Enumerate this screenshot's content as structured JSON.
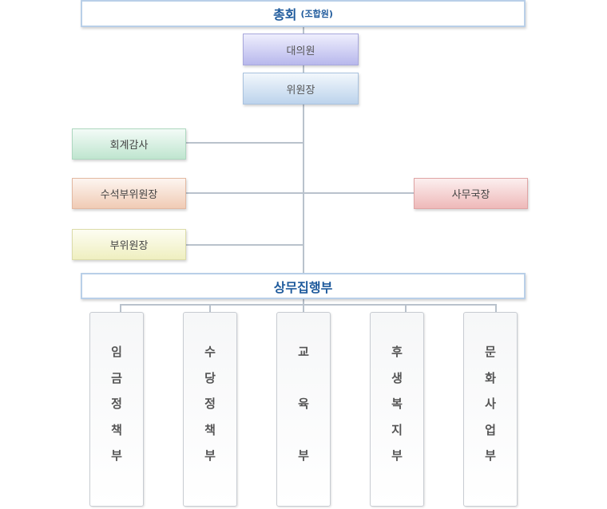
{
  "general_assembly": {
    "label": "총회",
    "sub": "(조합원)"
  },
  "delegates": "대의원",
  "chairman": "위원장",
  "auditor": "회계감사",
  "senior_vice_chairman": "수석부위원장",
  "secretary_general": "사무국장",
  "vice_chairman": "부위원장",
  "executive_board": "상무집행부",
  "departments": [
    {
      "name": "임금정책부",
      "chars": [
        "임",
        "금",
        "정",
        "책",
        "부"
      ]
    },
    {
      "name": "수당정책부",
      "chars": [
        "수",
        "당",
        "정",
        "책",
        "부"
      ]
    },
    {
      "name": "교육부",
      "chars": [
        "교",
        "",
        "육",
        "",
        "부"
      ]
    },
    {
      "name": "후생복지부",
      "chars": [
        "후",
        "생",
        "복",
        "지",
        "부"
      ]
    },
    {
      "name": "문화사업부",
      "chars": [
        "문",
        "화",
        "사",
        "업",
        "부"
      ]
    }
  ],
  "colors": {
    "title_text": "#1e5a9c",
    "connector": "#b9c2cc",
    "delegates": "#b8b8ec",
    "chairman": "#bcd3ec",
    "auditor": "#bfe5cf",
    "senior_vice_chairman": "#f0cbb5",
    "secretary_general": "#eeb9b9",
    "vice_chairman": "#efefc0"
  }
}
